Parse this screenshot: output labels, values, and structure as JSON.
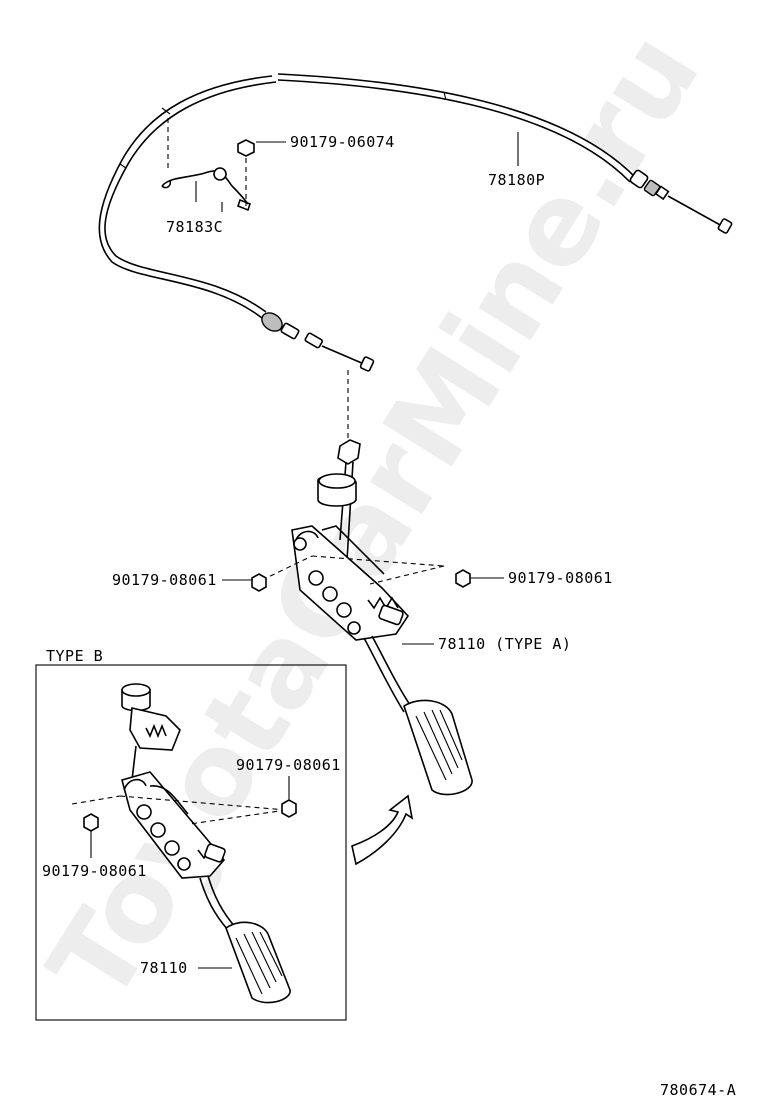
{
  "watermark": "ToyotaCarMine.ru",
  "labels": {
    "bracket_bolt": "90179-06074",
    "cable": "78180P",
    "clamp": "78183C",
    "nut_left_a": "90179-08061",
    "nut_right_a": "90179-08061",
    "pedal_a": "78110 (TYPE A)",
    "nut_right_b": "90179-08061",
    "nut_left_b": "90179-08061",
    "pedal_b": "78110",
    "figure_code": "780674-A"
  },
  "type_b_title": "TYPE B"
}
